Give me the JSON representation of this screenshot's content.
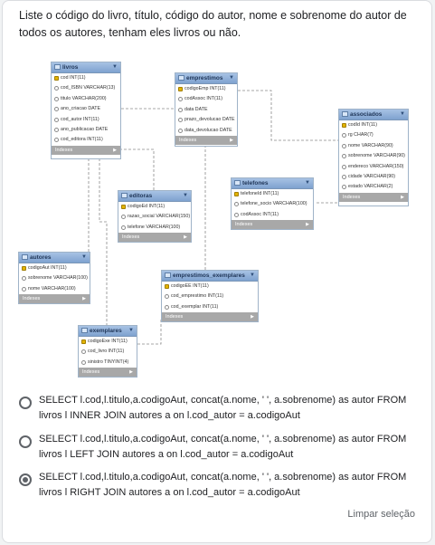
{
  "question": "Liste o código do livro, título, código do autor, nome e sobrenome do autor de todos os autores, tenham eles livros ou não.",
  "diagram": {
    "footer_label": "Indexes",
    "tables": [
      {
        "name": "livros",
        "columns": [
          {
            "text": "cod INT(11)",
            "key": "pk"
          },
          {
            "text": "cod_ISBN VARCHAR(13)",
            "key": "col"
          },
          {
            "text": "titulo VARCHAR(200)",
            "key": "col"
          },
          {
            "text": "ano_criacao DATE",
            "key": "col"
          },
          {
            "text": "cod_autor INT(11)",
            "key": "col"
          },
          {
            "text": "ano_publicacao DATE",
            "key": "col"
          },
          {
            "text": "cod_editora INT(11)",
            "key": "col"
          }
        ]
      },
      {
        "name": "emprestimos",
        "columns": [
          {
            "text": "codigoEmp INT(11)",
            "key": "pk"
          },
          {
            "text": "codAssoc INT(11)",
            "key": "col"
          },
          {
            "text": "data DATE",
            "key": "col"
          },
          {
            "text": "prazo_devolucao DATE",
            "key": "col"
          },
          {
            "text": "data_devolucao DATE",
            "key": "col"
          }
        ]
      },
      {
        "name": "associados",
        "columns": [
          {
            "text": "codId INT(11)",
            "key": "pk"
          },
          {
            "text": "rg CHAR(7)",
            "key": "col"
          },
          {
            "text": "nome VARCHAR(90)",
            "key": "col"
          },
          {
            "text": "sobrenome VARCHAR(90)",
            "key": "col"
          },
          {
            "text": "endereco VARCHAR(150)",
            "key": "col"
          },
          {
            "text": "cidade VARCHAR(90)",
            "key": "col"
          },
          {
            "text": "estado VARCHAR(2)",
            "key": "col"
          }
        ]
      },
      {
        "name": "editoras",
        "columns": [
          {
            "text": "codigoEd INT(11)",
            "key": "pk"
          },
          {
            "text": "razao_social VARCHAR(150)",
            "key": "col"
          },
          {
            "text": "telefone VARCHAR(100)",
            "key": "col"
          }
        ]
      },
      {
        "name": "telefones",
        "columns": [
          {
            "text": "telefoneId INT(11)",
            "key": "pk"
          },
          {
            "text": "telefone_socio VARCHAR(100)",
            "key": "col"
          },
          {
            "text": "codAssoc INT(11)",
            "key": "col"
          }
        ]
      },
      {
        "name": "autores",
        "columns": [
          {
            "text": "codigoAut INT(11)",
            "key": "pk"
          },
          {
            "text": "sobrenome VARCHAR(100)",
            "key": "col"
          },
          {
            "text": "nome VARCHAR(100)",
            "key": "col"
          }
        ]
      },
      {
        "name": "emprestimos_exemplares",
        "columns": [
          {
            "text": "codigoEE INT(11)",
            "key": "pk"
          },
          {
            "text": "cod_emprestimo INT(11)",
            "key": "col"
          },
          {
            "text": "cod_exemplar INT(11)",
            "key": "col"
          }
        ]
      },
      {
        "name": "exemplares",
        "columns": [
          {
            "text": "codigoExe INT(11)",
            "key": "pk"
          },
          {
            "text": "cod_livro INT(11)",
            "key": "col"
          },
          {
            "text": "sinistro TINYINT(4)",
            "key": "col"
          }
        ]
      }
    ]
  },
  "options": [
    {
      "text": "SELECT l.cod,l.titulo,a.codigoAut, concat(a.nome, ' ', a.sobrenome) as autor FROM livros l INNER JOIN autores a on l.cod_autor = a.codigoAut",
      "selected": false
    },
    {
      "text": "SELECT l.cod,l.titulo,a.codigoAut, concat(a.nome, ' ', a.sobrenome) as autor FROM livros l LEFT JOIN autores a on l.cod_autor = a.codigoAut",
      "selected": false
    },
    {
      "text": "SELECT l.cod,l.titulo,a.codigoAut, concat(a.nome, ' ', a.sobrenome) as autor FROM livros l RIGHT JOIN autores a on l.cod_autor = a.codigoAut",
      "selected": true
    }
  ],
  "clear_label": "Limpar seleção"
}
